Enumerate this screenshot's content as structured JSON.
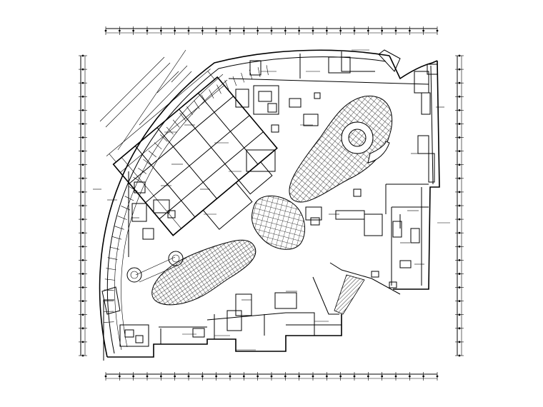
{
  "drawing": {
    "dimension_chain_count_top": 24,
    "dimension_chain_count_bottom": 24,
    "dimension_chain_count_left": 22,
    "dimension_chain_count_right": 22
  },
  "colors": {
    "line": "#000000",
    "background": "#ffffff"
  }
}
